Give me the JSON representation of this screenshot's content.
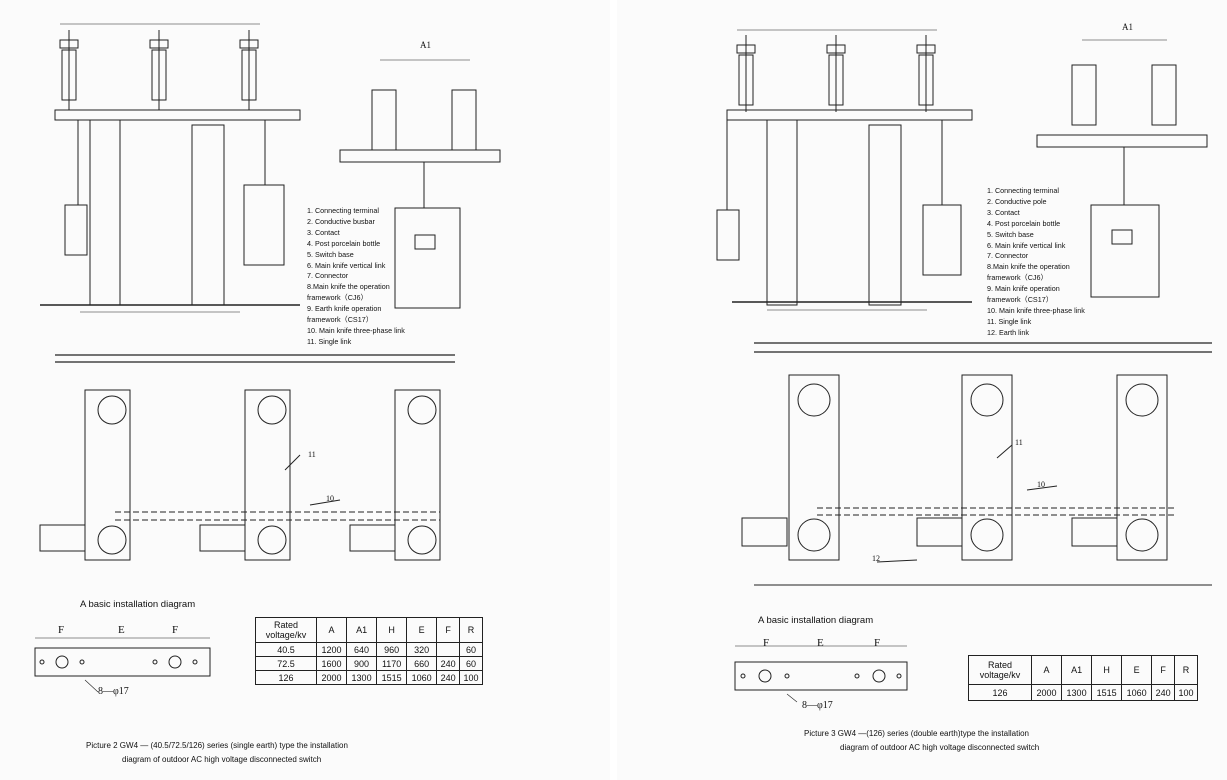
{
  "left": {
    "legend": [
      "1. Connecting terminal",
      "2. Conductive busbar",
      "3. Contact",
      "4. Post porcelain bottle",
      "5. Switch base",
      "6. Main knife vertical link",
      "7. Connector",
      "8.Main knife the operation",
      "framework（CJ6）",
      "9. Earth knife operation",
      "framework（CS17）",
      "10. Main knife three-phase link",
      "11. Single link"
    ],
    "basic_title": "A basic installation diagram",
    "hole_label": "8—φ17",
    "dims": {
      "f": "F",
      "e": "E"
    },
    "table": {
      "headers": [
        "Rated voltage/kv",
        "A",
        "A1",
        "H",
        "E",
        "F",
        "R"
      ],
      "rows": [
        [
          "40.5",
          "1200",
          "640",
          "960",
          "320",
          "",
          "60"
        ],
        [
          "72.5",
          "1600",
          "900",
          "1170",
          "660",
          "240",
          "60"
        ],
        [
          "126",
          "2000",
          "1300",
          "1515",
          "1060",
          "240",
          "100"
        ]
      ]
    },
    "caption": [
      "Picture 2 GW4 — (40.5/72.5/126) series (single earth) type the installation",
      "diagram of outdoor AC high voltage disconnected switch"
    ],
    "plan_labels": {
      "single_link": "11",
      "three_phase_link": "10"
    },
    "a1_label": "A1"
  },
  "right": {
    "legend": [
      "1. Connecting terminal",
      "2. Conductive pole",
      "3. Contact",
      "4. Post porcelain bottle",
      "5. Switch base",
      "6. Main knife vertical link",
      "7. Connector",
      "8.Main knife the operation",
      "framework（CJ6）",
      "9. Main knife operation",
      "framework（CS17）",
      "10. Main knife three-phase link",
      "11. Single link",
      "12. Earth link"
    ],
    "basic_title": "A basic installation diagram",
    "hole_label": "8—φ17",
    "dims": {
      "f": "F",
      "e": "E"
    },
    "table": {
      "headers": [
        "Rated voltage/kv",
        "A",
        "A1",
        "H",
        "E",
        "F",
        "R"
      ],
      "rows": [
        [
          "126",
          "2000",
          "1300",
          "1515",
          "1060",
          "240",
          "100"
        ]
      ]
    },
    "caption": [
      "Picture 3   GW4 —(126) series (double earth)type the installation",
      "diagram of outdoor AC high voltage disconnected switch"
    ],
    "plan_labels": {
      "single_link": "11",
      "three_phase_link": "10",
      "earth_link": "12"
    },
    "a1_label": "A1"
  }
}
